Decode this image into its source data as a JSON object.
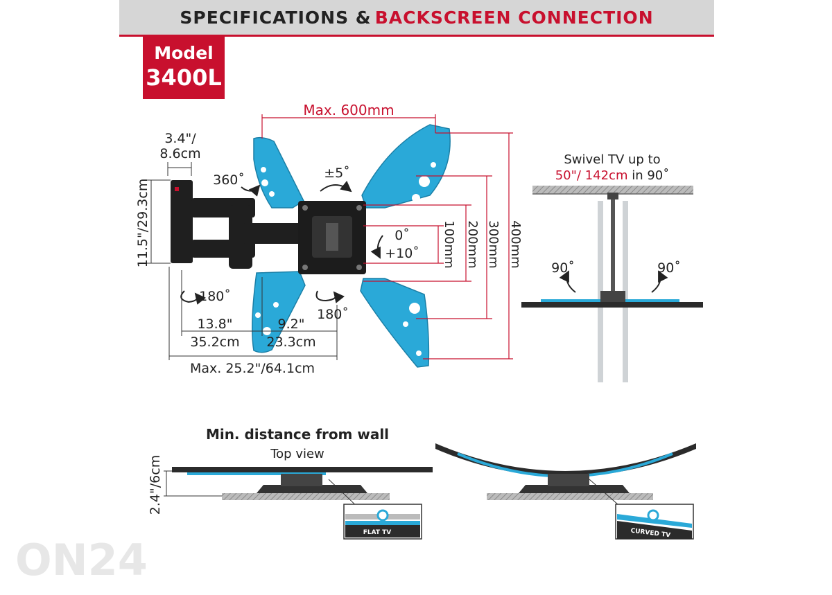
{
  "header": {
    "title_part1": "SPECIFICATIONS &",
    "title_part2": "BACKSCREEN CONNECTION"
  },
  "model": {
    "label": "Model",
    "number": "3400L"
  },
  "dimensions": {
    "max_width": "Max. 600mm",
    "depth_in": "3.4\"/",
    "depth_cm": "8.6cm",
    "height": "11.5\"/29.3cm",
    "arm1_in": "13.8\"",
    "arm1_cm": "35.2cm",
    "arm2_in": "9.2\"",
    "arm2_cm": "23.3cm",
    "max_extension": "Max. 25.2\"/64.1cm",
    "v100": "100mm",
    "v200": "200mm",
    "v300": "300mm",
    "v400": "400mm"
  },
  "rotations": {
    "r360": "360˚",
    "level": "±5˚",
    "tilt0": "0˚",
    "tilt10": "+10˚",
    "swivel_left": "180˚",
    "swivel_right": "180˚"
  },
  "swivel": {
    "line1": "Swivel TV up to",
    "line2_red": "50\"/ 142cm",
    "line2_black": "in 90˚",
    "left_angle": "90˚",
    "right_angle": "90˚"
  },
  "distance": {
    "title": "Min. distance from wall",
    "subtitle": "Top view",
    "value": "2.4\"/6cm",
    "flat_label": "FLAT TV",
    "curved_label": "CURVED TV"
  },
  "watermark": "ON24",
  "colors": {
    "accent_red": "#c8102e",
    "plate_blue": "#2aa9d8",
    "header_gray": "#d6d6d6",
    "mount_black": "#222222"
  }
}
